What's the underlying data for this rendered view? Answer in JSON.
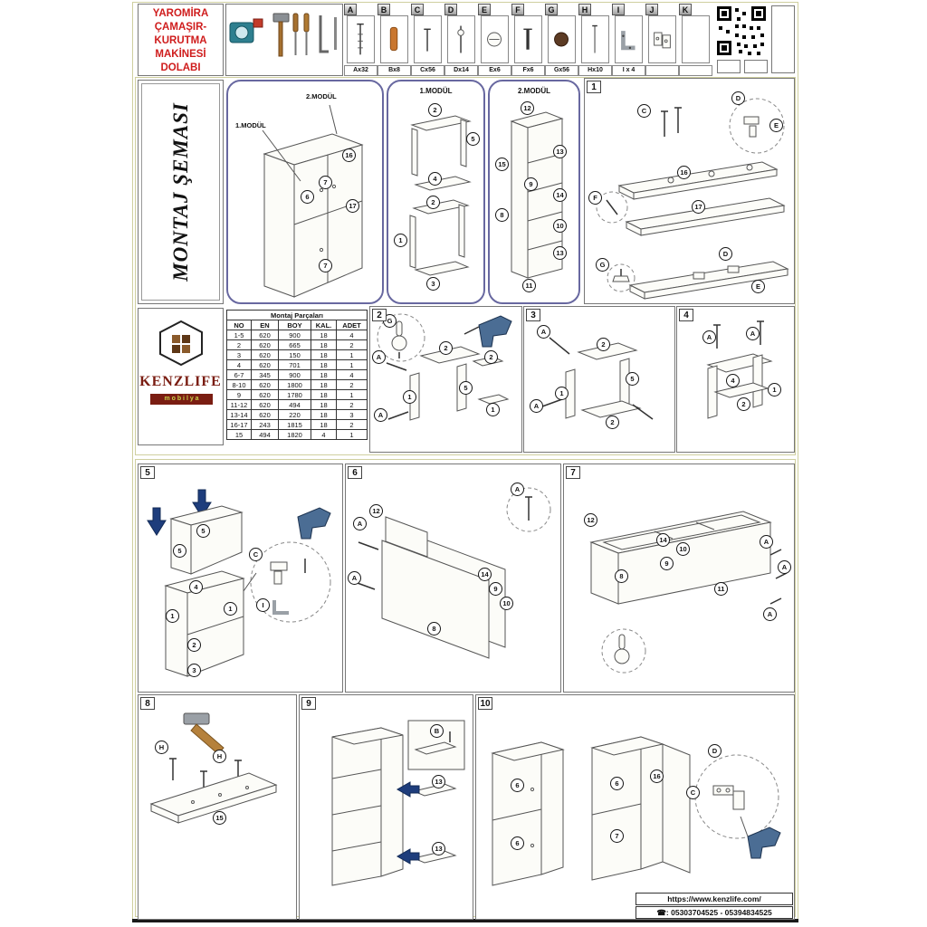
{
  "header": {
    "title_lines": [
      "YAROMİRA",
      "ÇAMAŞIR-",
      "KURUTMA",
      "MAKİNESİ",
      "DOLABI"
    ],
    "hardware": [
      {
        "letter": "A",
        "label": "Ax32"
      },
      {
        "letter": "B",
        "label": "Bx8"
      },
      {
        "letter": "C",
        "label": "Cx56"
      },
      {
        "letter": "D",
        "label": "Dx14"
      },
      {
        "letter": "E",
        "label": "Ex6"
      },
      {
        "letter": "F",
        "label": "Fx6"
      },
      {
        "letter": "G",
        "label": "Gx56"
      },
      {
        "letter": "H",
        "label": "Hx10"
      },
      {
        "letter": "I",
        "label": "I x 4"
      },
      {
        "letter": "J",
        "label": ""
      },
      {
        "letter": "K",
        "label": ""
      }
    ]
  },
  "sidebar": {
    "schema_title": "MONTAJ ŞEMASI",
    "brand": "KENZLIFE",
    "brand_sub": "m o b i l y a"
  },
  "overview": {
    "wardrobe": {
      "module1": "1.MODÜL",
      "module2": "2.MODÜL",
      "badges": [
        "16",
        "7",
        "6",
        "17",
        "7"
      ]
    },
    "module1_box": {
      "title": "1.MODÜL",
      "badges": [
        "2",
        "5",
        "4",
        "2",
        "1",
        "3"
      ]
    },
    "module2_box": {
      "title": "2.MODÜL",
      "badges": [
        "12",
        "13",
        "15",
        "9",
        "8",
        "14",
        "10",
        "13",
        "11"
      ]
    }
  },
  "parts_table": {
    "title": "Montaj Parçaları",
    "columns": [
      "NO",
      "EN",
      "BOY",
      "KAL.",
      "ADET"
    ],
    "rows": [
      [
        "1-5",
        "620",
        "900",
        "18",
        "4"
      ],
      [
        "2",
        "620",
        "665",
        "18",
        "2"
      ],
      [
        "3",
        "620",
        "150",
        "18",
        "1"
      ],
      [
        "4",
        "620",
        "701",
        "18",
        "1"
      ],
      [
        "6-7",
        "345",
        "900",
        "18",
        "4"
      ],
      [
        "8-10",
        "620",
        "1800",
        "18",
        "2"
      ],
      [
        "9",
        "620",
        "1780",
        "18",
        "1"
      ],
      [
        "11-12",
        "620",
        "494",
        "18",
        "2"
      ],
      [
        "13-14",
        "620",
        "220",
        "18",
        "3"
      ],
      [
        "16-17",
        "243",
        "1815",
        "18",
        "2"
      ],
      [
        "15",
        "494",
        "1820",
        "4",
        "1"
      ]
    ]
  },
  "steps": {
    "s1": {
      "num": "1",
      "badges": [
        "C",
        "D",
        "E",
        "F",
        "16",
        "17",
        "G",
        "D",
        "E"
      ]
    },
    "s2": {
      "num": "2",
      "badges": [
        "G",
        "A",
        "2",
        "1",
        "5",
        "2",
        "1",
        "A"
      ]
    },
    "s3": {
      "num": "3",
      "badges": [
        "A",
        "2",
        "5",
        "1",
        "2",
        "A"
      ]
    },
    "s4": {
      "num": "4",
      "badges": [
        "A",
        "A",
        "4",
        "2",
        "1"
      ]
    },
    "s5": {
      "num": "5",
      "badges": [
        "5",
        "5",
        "4",
        "1",
        "1",
        "2",
        "3",
        "C",
        "I"
      ]
    },
    "s6": {
      "num": "6",
      "badges": [
        "A",
        "12",
        "8",
        "14",
        "9",
        "10",
        "A",
        "A"
      ]
    },
    "s7": {
      "num": "7",
      "badges": [
        "12",
        "14",
        "10",
        "9",
        "8",
        "11",
        "A",
        "A",
        "A"
      ]
    },
    "s8": {
      "num": "8",
      "badges": [
        "H",
        "H",
        "15"
      ]
    },
    "s9": {
      "num": "9",
      "badges": [
        "B",
        "13",
        "13"
      ]
    },
    "s10": {
      "num": "10",
      "badges": [
        "6",
        "6",
        "6",
        "16",
        "7",
        "D",
        "C"
      ]
    }
  },
  "footer": {
    "website": "https://www.kenzlife.com/",
    "phone": ": 05303704525 - 05394834525"
  }
}
